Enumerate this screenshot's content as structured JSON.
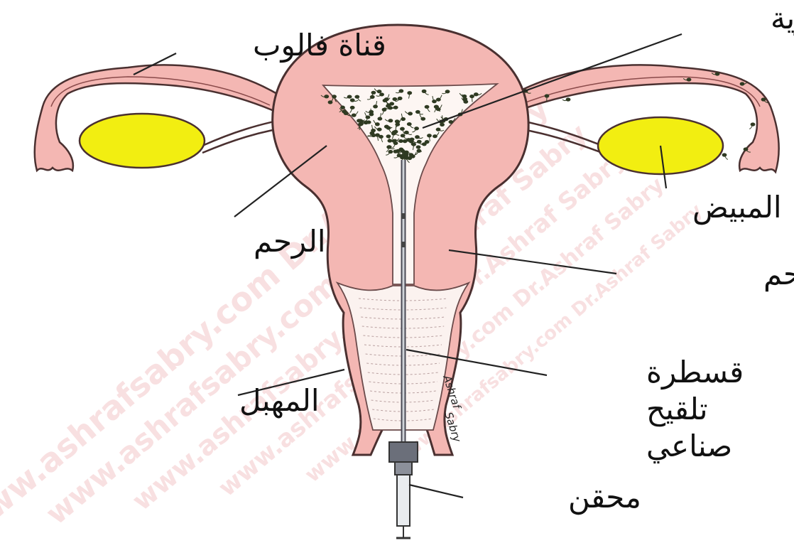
{
  "labels": {
    "fallopian_tube": "قناة فالوب",
    "sperm": "حيوانات منوية",
    "ovary": "المبيض",
    "uterus": "الرحم",
    "cervix": "عنق الرحم",
    "vagina": "المهبل",
    "catheter_line1": "قسطرة",
    "catheter_line2": "تلقيح",
    "catheter_line3": "صناعي",
    "syringe": "محقن"
  },
  "watermark": {
    "text_site": "www.ashrafsabry.com",
    "text_name": "Dr.Ashraf Sabry",
    "signature_line1": "Ashraf",
    "signature_line2": "Sabry"
  },
  "colors": {
    "tissue_pink": "#f4b7b3",
    "tissue_outline": "#4a3030",
    "ovary_yellow": "#f2ee11",
    "cavity_white": "#fdf6f3",
    "sperm_dark": "#2f3a22",
    "catheter_gray": "#9aa0a8",
    "watermark_red": "#d9454a"
  }
}
